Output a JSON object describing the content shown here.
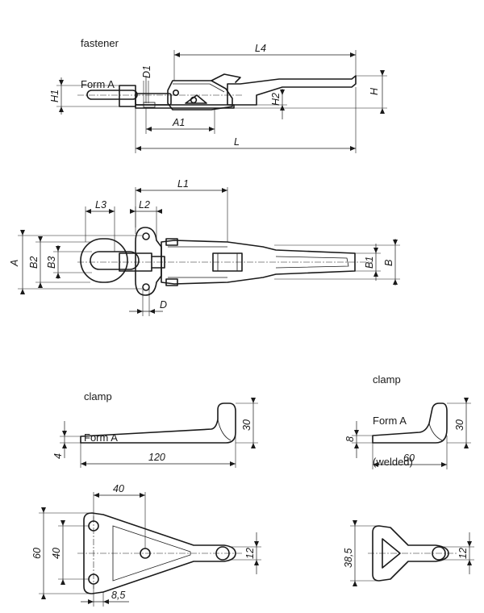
{
  "captions": {
    "fastener": {
      "title": "fastener",
      "form": "Form A"
    },
    "clamp": {
      "title": "clamp",
      "form": "Form A"
    },
    "clamp_welded": {
      "title": "clamp",
      "form": "Form A",
      "note": "(welded)"
    }
  },
  "side_view_dims": {
    "D1": "D1",
    "H1": "H1",
    "L4": "L4",
    "H": "H",
    "H2": "H2",
    "A1": "A1",
    "L": "L"
  },
  "top_view_dims": {
    "L1": "L1",
    "L3": "L3",
    "L2": "L2",
    "A": "A",
    "B2": "B2",
    "B3": "B3",
    "B1": "B1",
    "B": "B",
    "D": "D"
  },
  "clamp_dims": {
    "height": "30",
    "thickness": "4",
    "length": "120",
    "plate_width": "40",
    "plate_height": "60",
    "hole_spacing": "40",
    "tab_width": "12",
    "offset": "8,5"
  },
  "clamp_welded_dims": {
    "height": "30",
    "thickness": "8",
    "length": "60",
    "plate_height": "38,5",
    "tab_width": "12"
  }
}
